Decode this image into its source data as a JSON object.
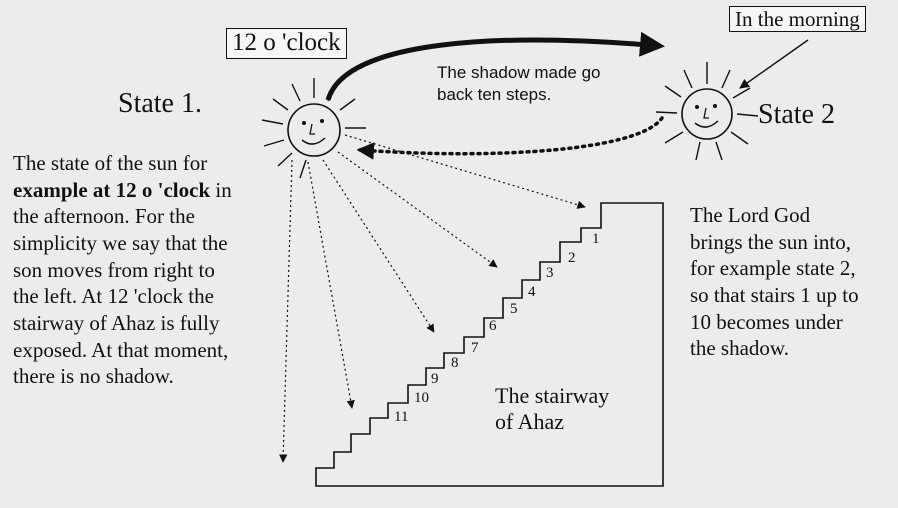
{
  "labels": {
    "noon_box": "12 o 'clock",
    "morning_box": "In the morning",
    "state1": "State 1.",
    "state2": "State 2",
    "shadow_note": "The shadow made go back ten steps."
  },
  "left_paragraph": {
    "line1": "The state of the sun for",
    "line2_bold": "example at 12 o 'clock",
    "line2_rest": " in",
    "line3": "the afternoon. For the",
    "line4": "simplicity we say that the",
    "line5": "son moves from right to",
    "line6": "the left. At 12 'clock the",
    "line7": "stairway of Ahaz is fully",
    "line8": "exposed. At that moment,",
    "line9": "there is no shadow."
  },
  "right_paragraph": {
    "line1": "The Lord God",
    "line2": "brings the sun into,",
    "line3": "for example state 2,",
    "line4": "so that stairs 1 up to",
    "line5": "10 becomes under",
    "line6": "the shadow."
  },
  "stairway_caption": {
    "line1": "The stairway",
    "line2": "of Ahaz"
  },
  "step_numbers": [
    "1",
    "2",
    "3",
    "4",
    "5",
    "6",
    "7",
    "8",
    "9",
    "10",
    "11"
  ],
  "colors": {
    "ink": "#111111",
    "background": "#ececec"
  }
}
